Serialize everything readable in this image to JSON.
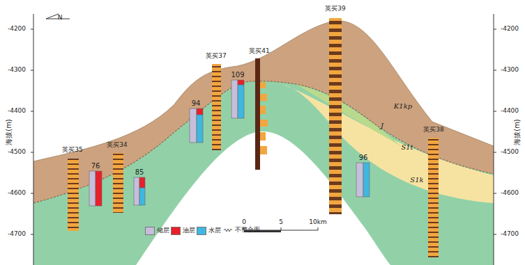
{
  "diagram": {
    "labels": [
      "N",
      "英买35",
      "英买34",
      "英买37",
      "英买41",
      "英买39",
      "英买38",
      "76",
      "85",
      "94",
      "109",
      "96",
      "K1kp",
      "J",
      "S1t",
      "S1k",
      "海拔(m)",
      "海拔(m)",
      "-4200",
      "-4300",
      "-4400",
      "-4500",
      "-4600",
      "-4700",
      "-4200",
      "-4300",
      "-4400",
      "-4500",
      "-4600",
      "-4700",
      "0",
      "5",
      "10km"
    ],
    "legend": [
      {
        "text": "储层",
        "color": "#c6bedb"
      },
      {
        "text": "油层",
        "color": "#e8202a"
      },
      {
        "text": "水层",
        "color": "#3fb7e0"
      },
      {
        "text": "不整合面"
      }
    ]
  }
}
